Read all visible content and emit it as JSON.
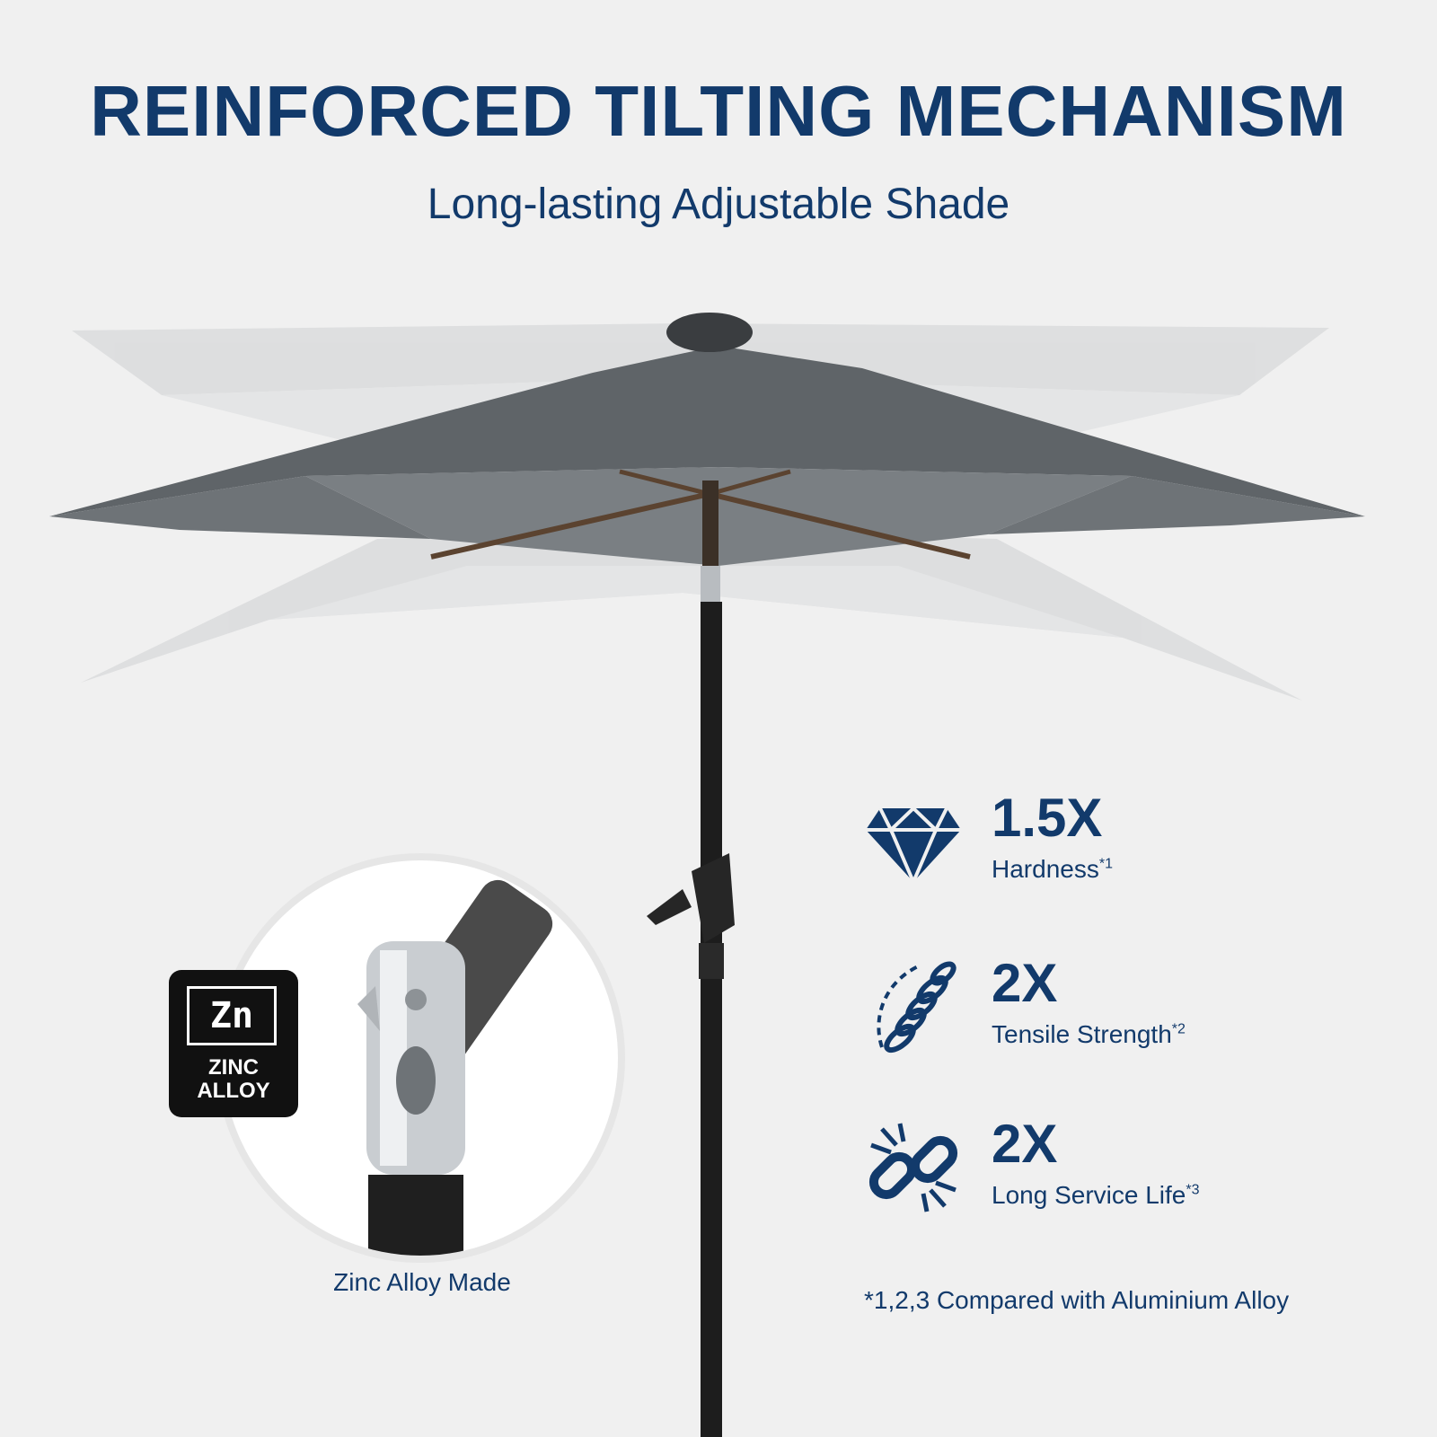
{
  "header": {
    "title": "REINFORCED TILTING MECHANISM",
    "subtitle": "Long-lasting Adjustable Shade"
  },
  "hero": {
    "product": "grey tilting patio umbrella",
    "canopy_color": "#5f6468",
    "pole_color": "#1d1d1d"
  },
  "zoom": {
    "badge_symbol": "Zn",
    "badge_label_line1": "ZINC",
    "badge_label_line2": "ALLOY",
    "caption": "Zinc Alloy Made"
  },
  "features": [
    {
      "icon": "diamond-icon",
      "value": "1.5X",
      "label": "Hardness",
      "note": "*1"
    },
    {
      "icon": "spring-icon",
      "value": "2X",
      "label": "Tensile Strength",
      "note": "*2"
    },
    {
      "icon": "broken-chain-icon",
      "value": "2X",
      "label": "Long Service Life",
      "note": "*3"
    }
  ],
  "footnote": "*1,2,3 Compared with Aluminium Alloy",
  "colors": {
    "brand": "#123a6b",
    "background": "#f0f0f0"
  }
}
